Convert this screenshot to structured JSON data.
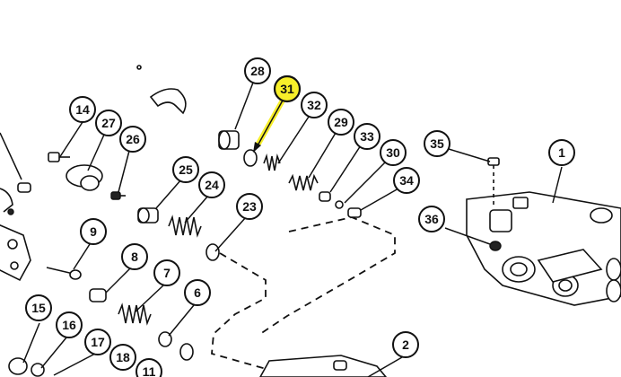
{
  "callouts": [
    {
      "id": "c28",
      "label": "28",
      "highlight": false
    },
    {
      "id": "c31",
      "label": "31",
      "highlight": true
    },
    {
      "id": "c32",
      "label": "32",
      "highlight": false
    },
    {
      "id": "c29",
      "label": "29",
      "highlight": false
    },
    {
      "id": "c33",
      "label": "33",
      "highlight": false
    },
    {
      "id": "c30",
      "label": "30",
      "highlight": false
    },
    {
      "id": "c34",
      "label": "34",
      "highlight": false
    },
    {
      "id": "c14",
      "label": "14",
      "highlight": false
    },
    {
      "id": "c27",
      "label": "27",
      "highlight": false
    },
    {
      "id": "c26",
      "label": "26",
      "highlight": false
    },
    {
      "id": "c25",
      "label": "25",
      "highlight": false
    },
    {
      "id": "c24",
      "label": "24",
      "highlight": false
    },
    {
      "id": "c23",
      "label": "23",
      "highlight": false
    },
    {
      "id": "c9",
      "label": "9",
      "highlight": false
    },
    {
      "id": "c8",
      "label": "8",
      "highlight": false
    },
    {
      "id": "c7",
      "label": "7",
      "highlight": false
    },
    {
      "id": "c6",
      "label": "6",
      "highlight": false
    },
    {
      "id": "c15",
      "label": "15",
      "highlight": false
    },
    {
      "id": "c16",
      "label": "16",
      "highlight": false
    },
    {
      "id": "c17",
      "label": "17",
      "highlight": false
    },
    {
      "id": "c18",
      "label": "18",
      "highlight": false
    },
    {
      "id": "c11",
      "label": "11",
      "highlight": false
    },
    {
      "id": "c2",
      "label": "2",
      "highlight": false
    },
    {
      "id": "c35",
      "label": "35",
      "highlight": false
    },
    {
      "id": "c1",
      "label": "1",
      "highlight": false
    },
    {
      "id": "c36",
      "label": "36",
      "highlight": false
    }
  ],
  "colors": {
    "highlight": "#f7ef2a",
    "ink": "#111111",
    "paper": "#ffffff"
  }
}
